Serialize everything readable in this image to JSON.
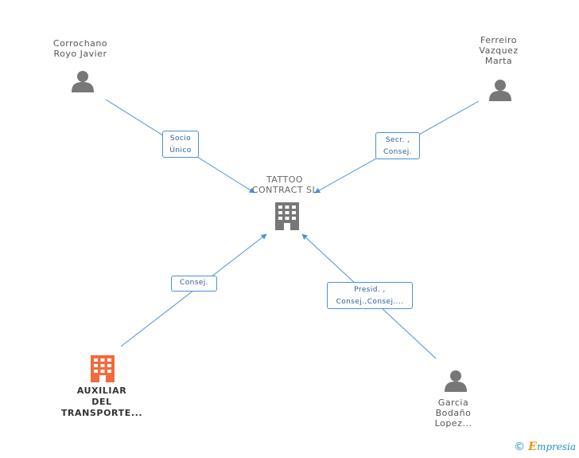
{
  "center": {
    "name_lines": [
      "TATTOO",
      "CONTRACT SL"
    ],
    "icon": "building-icon",
    "color": "#777777"
  },
  "people": [
    {
      "id": "corrochano",
      "name_lines": [
        "Corrochano",
        "Royo Javier"
      ],
      "icon": "person-icon",
      "relation_lines": [
        "Socio",
        "Único"
      ]
    },
    {
      "id": "ferreiro",
      "name_lines": [
        "Ferreiro",
        "Vazquez",
        "Marta"
      ],
      "icon": "person-icon",
      "relation_lines": [
        "Secr. ,",
        "Consej."
      ]
    },
    {
      "id": "garcia",
      "name_lines": [
        "Garcia",
        "Bodaño",
        "Lopez..."
      ],
      "icon": "person-icon",
      "relation_lines": [
        "Presid. ,",
        "Consej.,Consej...."
      ]
    }
  ],
  "companies": [
    {
      "id": "auxiliar",
      "name_lines": [
        "AUXILIAR",
        "DEL",
        "TRANSPORTE..."
      ],
      "icon": "building-icon",
      "color": "#f26a3d",
      "relation_lines": [
        "Consej."
      ]
    }
  ],
  "colors": {
    "edge": "#4a90d9",
    "person": "#777777",
    "accent_orange": "#f26a3d",
    "brand_blue": "#2a8fbd"
  },
  "footer": {
    "copyright": "©",
    "brand_first": "E",
    "brand_rest": "mpresia"
  }
}
